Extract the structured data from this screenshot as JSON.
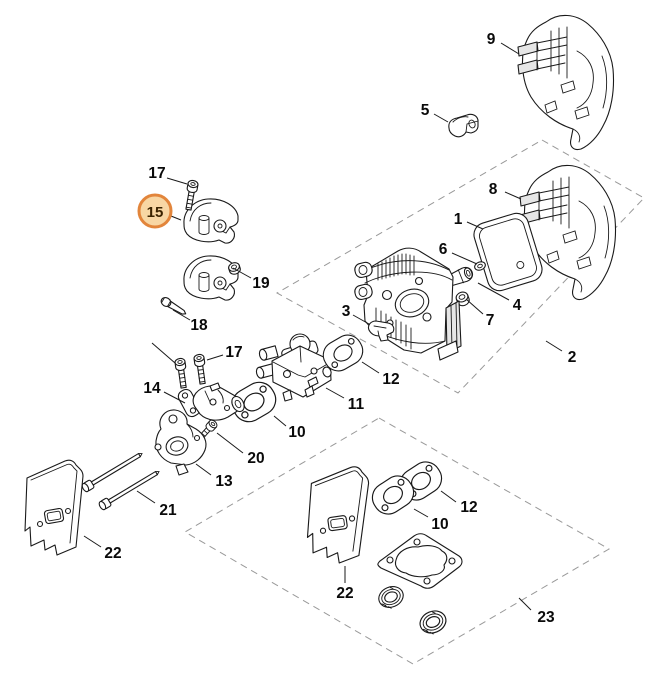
{
  "diagram": {
    "type": "exploded-parts-diagram",
    "colors": {
      "background": "#ffffff",
      "line": "#1a1a1a",
      "dashed_box": "#999999",
      "highlight_ring": "#e2853b",
      "highlight_fill": "#f8d7a4",
      "highlight_text": "#3a2300"
    },
    "highlight": {
      "part": "15"
    },
    "callouts": {
      "c17_top": "17",
      "c15": "15",
      "c19": "19",
      "c18": "18",
      "c9": "9",
      "c5": "5",
      "c8": "8",
      "c1": "1",
      "c6": "6",
      "c4": "4",
      "c7": "7",
      "c3": "3",
      "c2": "2",
      "c12_mid": "12",
      "c11": "11",
      "c10_mid": "10",
      "c17_low": "17",
      "c14": "14",
      "c20": "20",
      "c13": "13",
      "c21": "21",
      "c22_left": "22",
      "c12_bot": "12",
      "c10_bot": "10",
      "c22_bot": "22",
      "c23": "23"
    }
  }
}
